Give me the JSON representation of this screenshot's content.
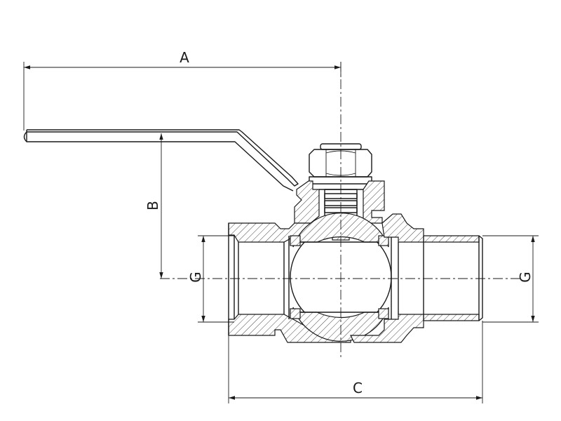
{
  "drawing": {
    "dimensions": {
      "a": "A",
      "b": "B",
      "c": "C",
      "g_left": "G",
      "g_right": "G"
    }
  }
}
